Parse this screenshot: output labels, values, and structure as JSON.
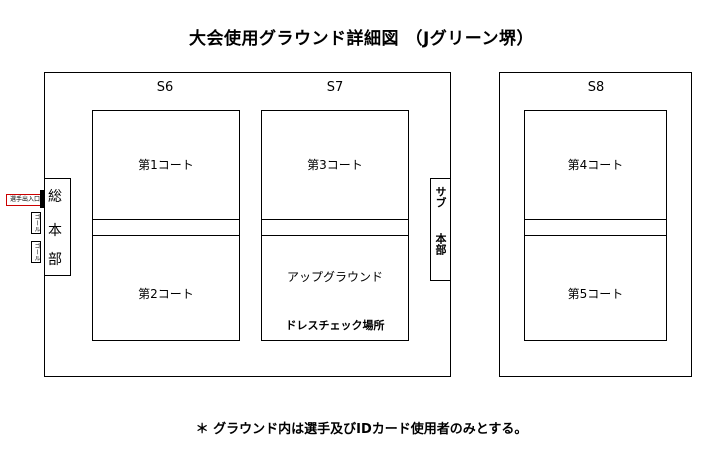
{
  "title": "大会使用グラウンド詳細図 （Jグリーン堺）",
  "sections": [
    "S6",
    "S7",
    "S8"
  ],
  "courts": {
    "c1": "第1コート",
    "c2": "第2コート",
    "c3": "第3コート",
    "up": "アップグラウンド",
    "dress": "ドレスチェック場所",
    "c4": "第4コート",
    "c5": "第5コート"
  },
  "headquarters": {
    "chars": [
      "総",
      "本",
      "部"
    ]
  },
  "sub_headquarters": {
    "top": "サブ",
    "bottom": "本部"
  },
  "entrance": "選手出入口",
  "goal_labels": [
    "ゴール",
    "ゴール"
  ],
  "note": "＊ グラウンド内は選手及びIDカード使用者のみとする。",
  "colors": {
    "entrance_border": "#cc0000"
  }
}
